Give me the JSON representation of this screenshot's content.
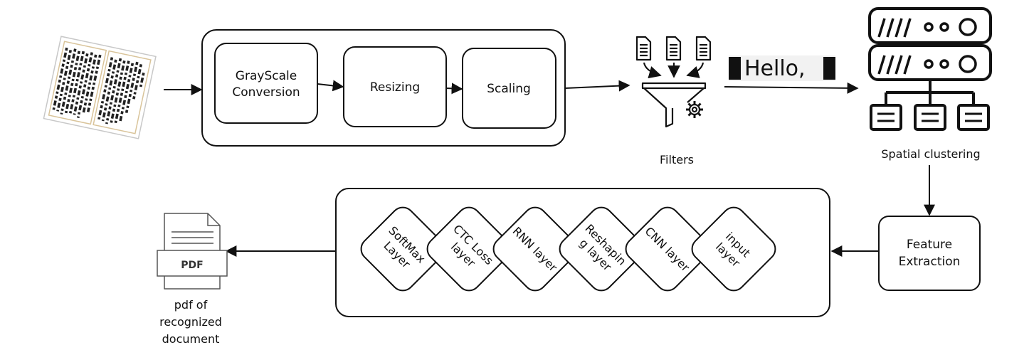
{
  "preprocessing": {
    "steps": [
      {
        "line1": "GrayScale",
        "line2": "Conversion"
      },
      {
        "line1": "Resizing"
      },
      {
        "line1": "Scaling"
      }
    ]
  },
  "filters": {
    "caption": "Filters",
    "sample_word": "Hello,"
  },
  "clustering": {
    "caption": "Spatial clustering"
  },
  "feature_extraction": {
    "line1": "Feature",
    "line2": "Extraction"
  },
  "layers": [
    {
      "line1": "SoftMax",
      "line2": "Layer"
    },
    {
      "line1": "CTC Loss",
      "line2": "layer"
    },
    {
      "line1": "RNN layer"
    },
    {
      "line1": "Reshapin",
      "line2": "g layer"
    },
    {
      "line1": "CNN layer"
    },
    {
      "line1": "input",
      "line2": "layer"
    }
  ],
  "output": {
    "icon_text": "PDF",
    "caption_line1": "pdf of",
    "caption_line2": "recognized",
    "caption_line3": "document"
  }
}
